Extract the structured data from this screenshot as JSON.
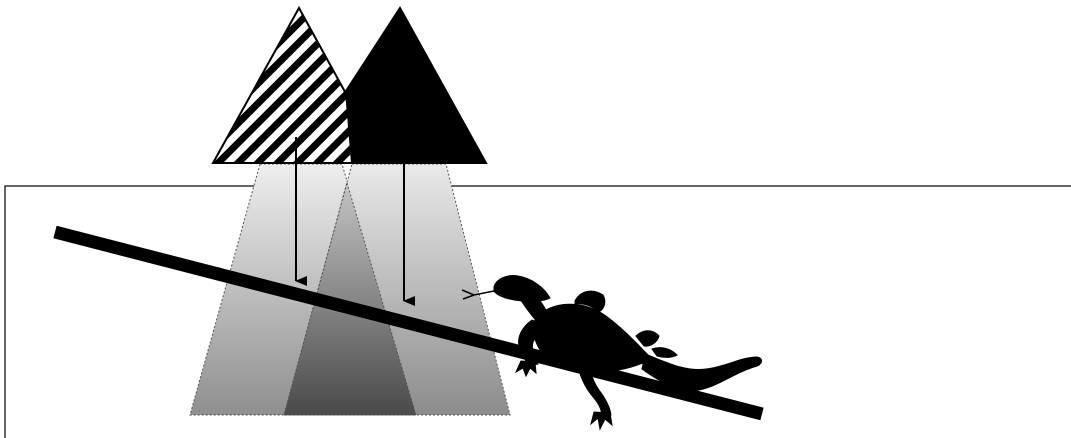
{
  "diagram": {
    "background_color": "#ffffff",
    "line_color": "#000000",
    "elements": [
      {
        "name": "hatched-triangle",
        "fill": "hatched"
      },
      {
        "name": "solid-triangle",
        "fill": "#000000"
      },
      {
        "name": "left-light-cone",
        "fill": "gradient-gray"
      },
      {
        "name": "right-light-cone",
        "fill": "gradient-gray"
      },
      {
        "name": "overlap-region",
        "fill": "gradient-dark-gray"
      },
      {
        "name": "left-downward-arrow"
      },
      {
        "name": "right-downward-arrow"
      },
      {
        "name": "diagonal-branch"
      },
      {
        "name": "lizard-silhouette-icon"
      },
      {
        "name": "ground-box"
      }
    ]
  }
}
